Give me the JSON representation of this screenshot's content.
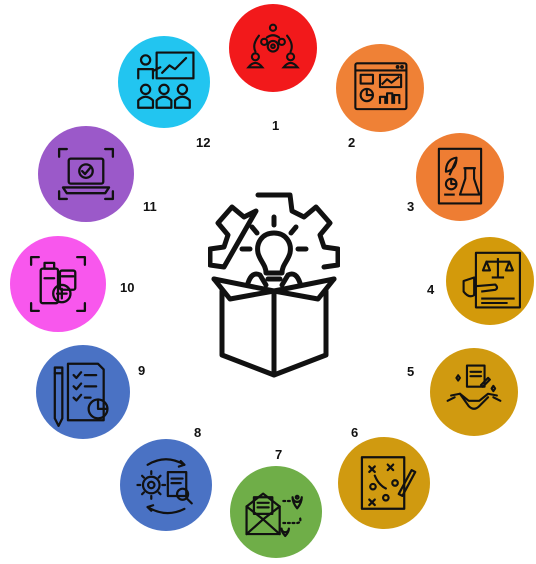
{
  "diagram": {
    "nodes": [
      {
        "label": "1",
        "color": "#f2191b",
        "icon": "team-gears-icon"
      },
      {
        "label": "2",
        "color": "#ef8136",
        "icon": "analytics-dashboard-icon"
      },
      {
        "label": "3",
        "color": "#ee7d33",
        "icon": "research-lab-report-icon"
      },
      {
        "label": "4",
        "color": "#d39a0b",
        "icon": "legal-scales-document-icon"
      },
      {
        "label": "5",
        "color": "#d09a10",
        "icon": "handshake-agreement-icon"
      },
      {
        "label": "6",
        "color": "#d09a10",
        "icon": "strategy-playbook-icon"
      },
      {
        "label": "7",
        "color": "#6fae48",
        "icon": "mail-route-icon"
      },
      {
        "label": "8",
        "color": "#4a72c4",
        "icon": "process-cycle-search-icon"
      },
      {
        "label": "9",
        "color": "#4a72c4",
        "icon": "checklist-report-icon"
      },
      {
        "label": "10",
        "color": "#f857ed",
        "icon": "medicine-scan-icon"
      },
      {
        "label": "11",
        "color": "#9b59c9",
        "icon": "laptop-check-icon"
      },
      {
        "label": "12",
        "color": "#22c5f0",
        "icon": "presentation-audience-icon"
      }
    ],
    "center_icon": "idea-box-lightbulb-gear-icon"
  }
}
